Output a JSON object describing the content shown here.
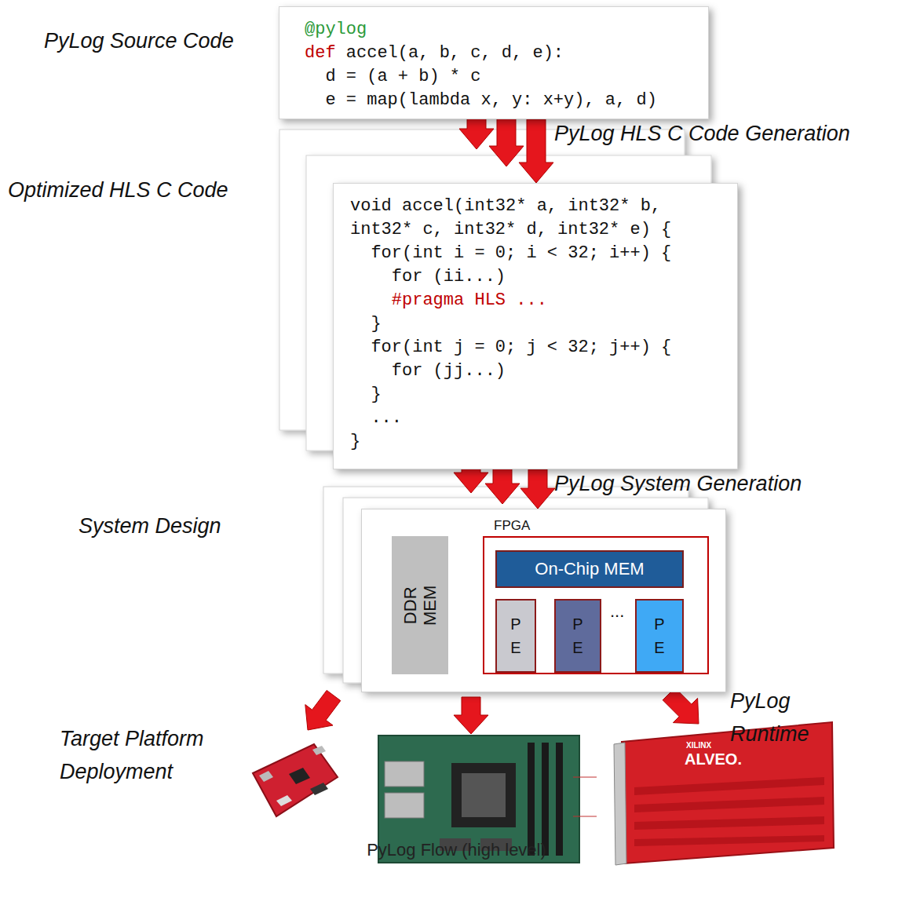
{
  "diagram": {
    "caption": "PyLog Flow (high level)",
    "nodes": [
      {
        "text": [
          "@pylog",
          "def accel(a, b, c, d, e):",
          "  d = (a + b) * c",
          "  e = map(lambda x, y: x+y), a, d)"
        ]
      },
      {
        "text": [
          "void accel(int32* a, int32* b,",
          "int32* c, int32* d, int32* e) {",
          "  for(int i = 0; i < 32; i++) {",
          "    for (ii...)",
          "    #pragma HLS ...",
          "  }",
          "  for(int j = 0; j < 32; j++) {",
          "    for (jj...)",
          "  }",
          "  ...",
          "}"
        ]
      },
      {
        "text": []
      },
      {
        "text": [
          "DDR MEM"
        ],
        "in": 2
      },
      {
        "text": [
          "FPGA"
        ],
        "in": 2
      },
      {
        "text": [
          "On-Chip MEM"
        ],
        "in": 4
      },
      {
        "text": [
          "P E"
        ],
        "in": 4
      },
      {
        "text": [
          "P E"
        ],
        "in": 4
      },
      {
        "text": [
          "P E"
        ],
        "in": 4
      }
    ],
    "edges": [
      {
        "from": 0,
        "to": 1,
        "arrow": "to"
      },
      {
        "from": 1,
        "to": 2,
        "arrow": "to"
      },
      {
        "from": 3,
        "to": 4,
        "arrow": "both"
      },
      {
        "from": 3,
        "to": 4,
        "arrow": "both"
      },
      {
        "from": 3,
        "to": 4,
        "arrow": "both"
      },
      {
        "from": 3,
        "to": 4,
        "arrow": "both"
      }
    ],
    "labels": [
      "PyLog Source Code",
      "PyLog HLS C Code Generation",
      "Optimized HLS C Code",
      "PyLog System Generation",
      "System Design",
      "...",
      "Target Platform Deployment",
      "PyLog Runtime",
      "XILINX",
      "ALVEO."
    ]
  }
}
